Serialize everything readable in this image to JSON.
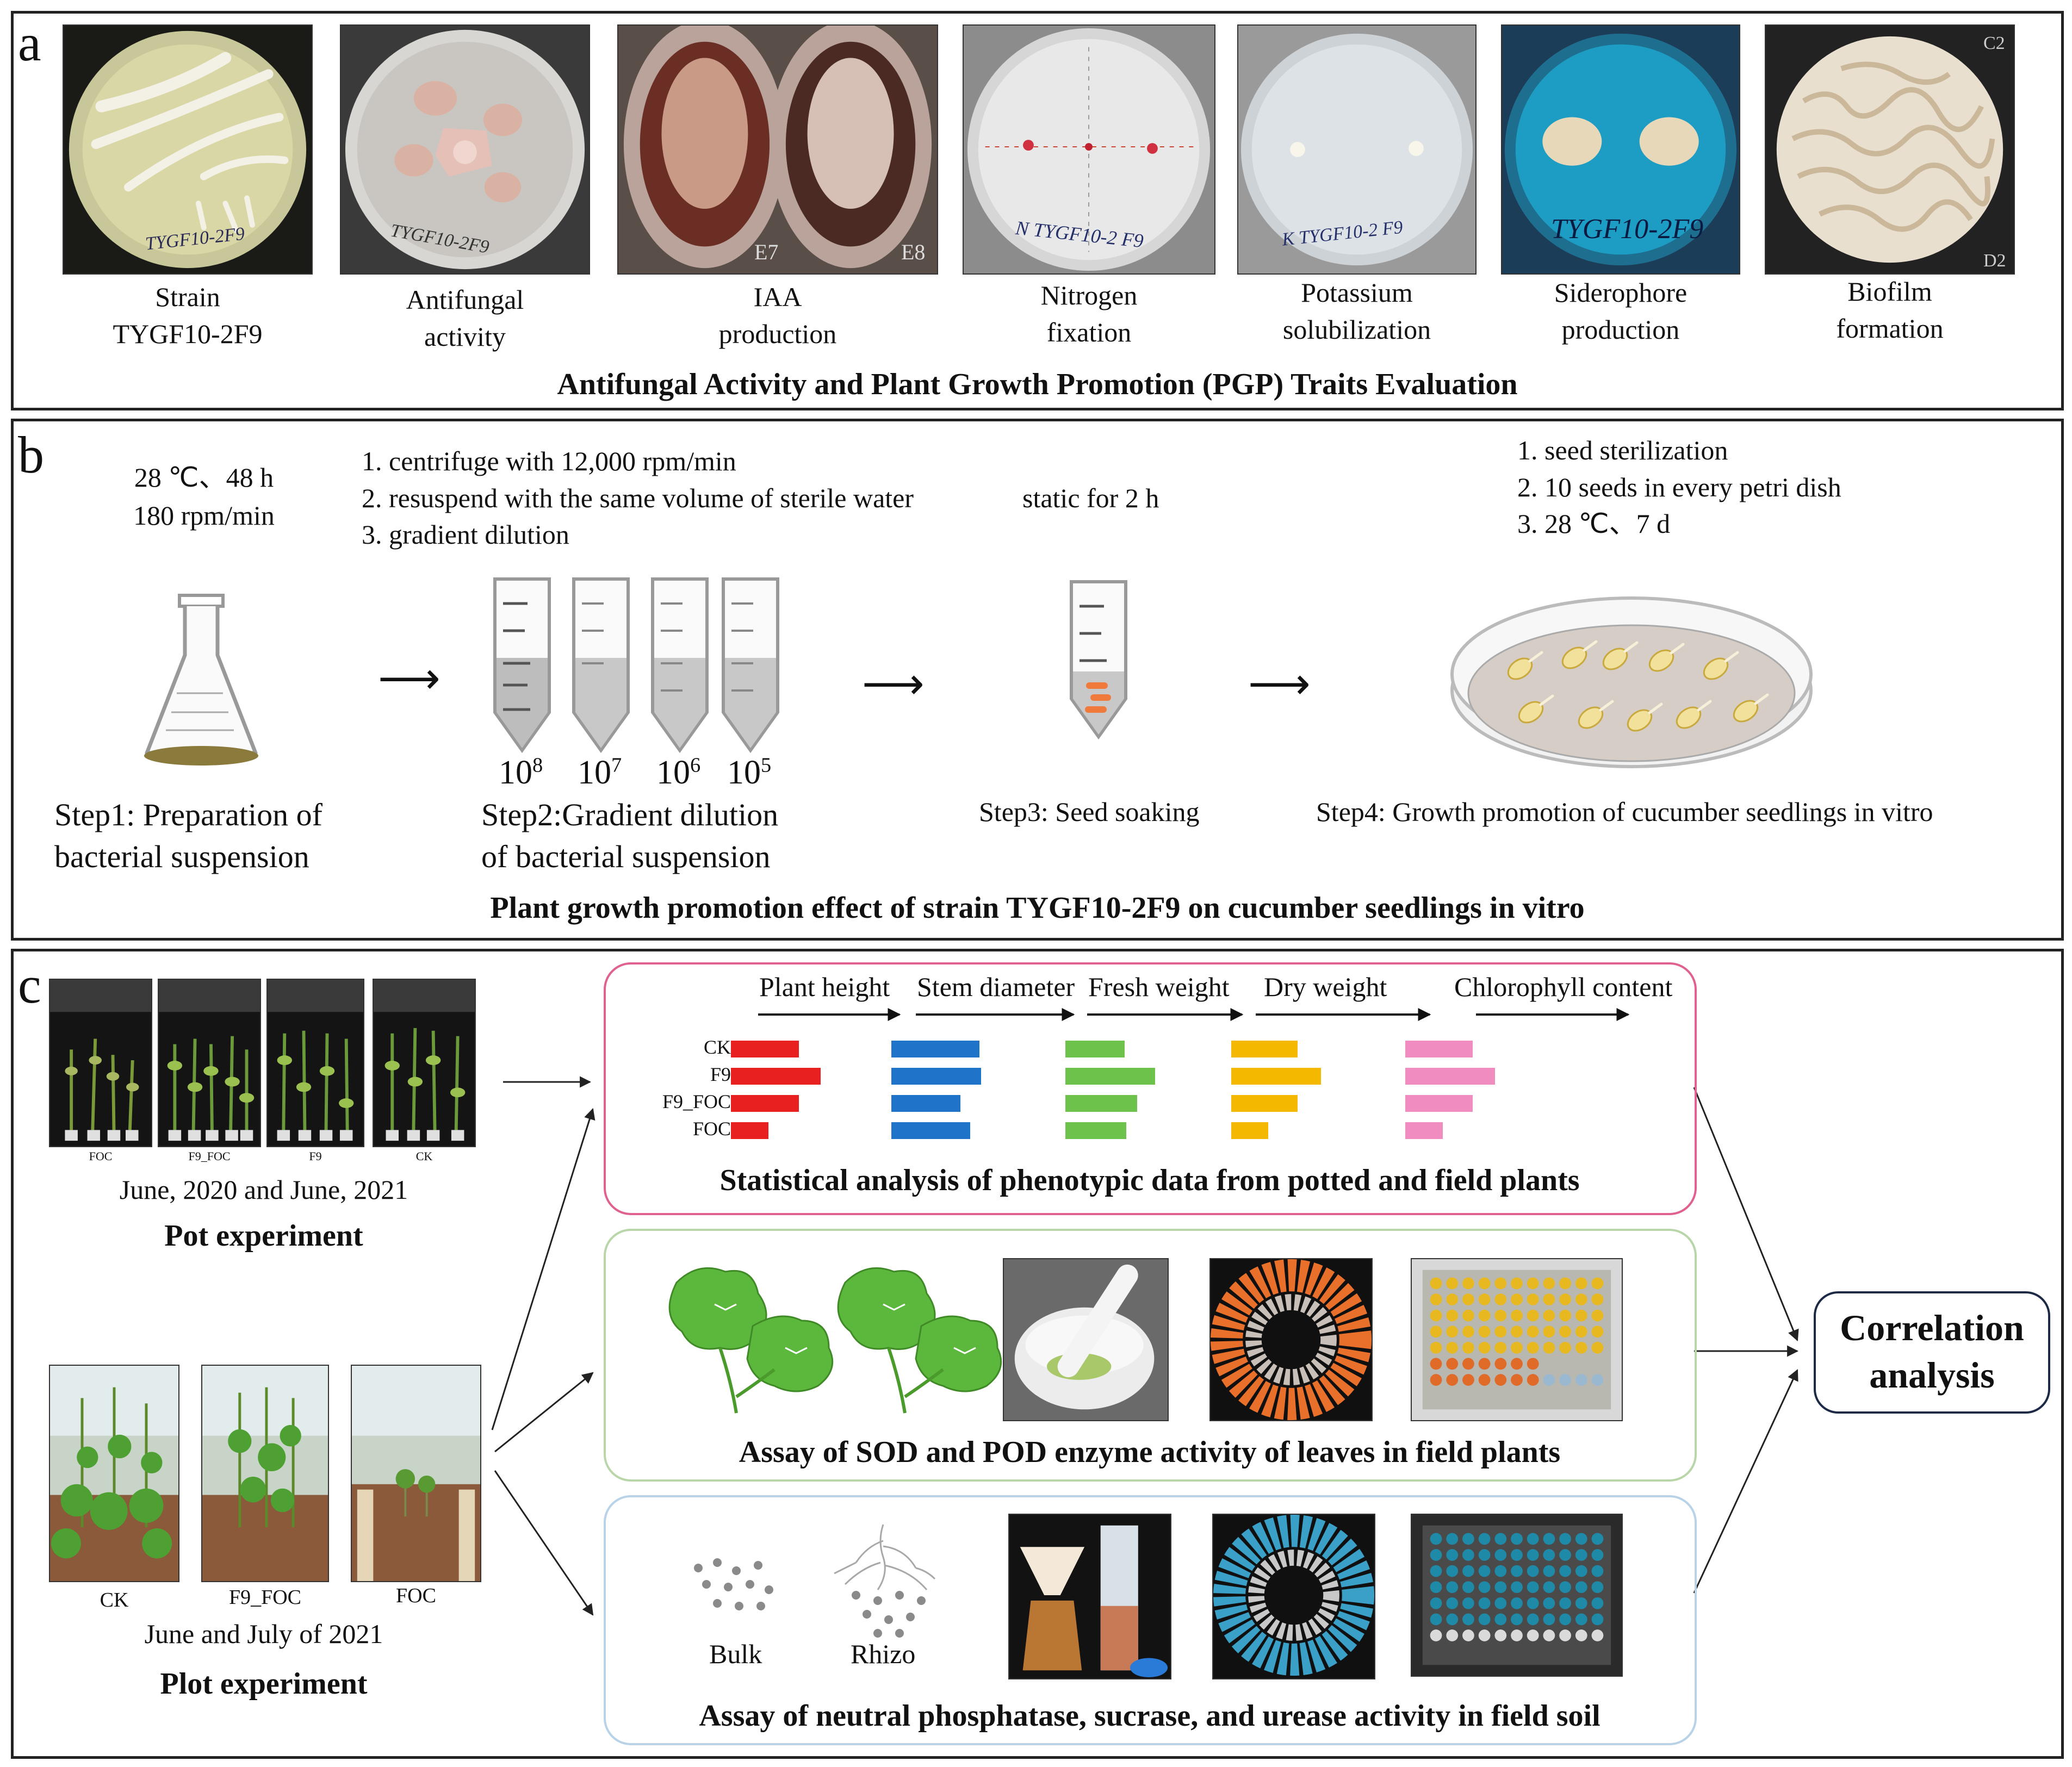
{
  "panel_a": {
    "label": "a",
    "items": [
      {
        "line1": "Strain",
        "line2": "TYGF10-2F9",
        "plate_text": "TYGF10-2F9"
      },
      {
        "line1": "Antifungal",
        "line2": "activity",
        "plate_text": "TYGF10-2F9"
      },
      {
        "line1": "IAA",
        "line2": "production",
        "plate_text_left": "E7",
        "plate_text_right": "E8"
      },
      {
        "line1": "Nitrogen",
        "line2": "fixation",
        "plate_text": "N TYGF10-2 F9"
      },
      {
        "line1": "Potassium",
        "line2": "solubilization",
        "plate_text": "K TYGF10-2 F9"
      },
      {
        "line1": "Siderophore",
        "line2": "production",
        "plate_text": "TYGF10-2F9"
      },
      {
        "line1": "Biofilm",
        "line2": "formation",
        "plate_text_top": "C2",
        "plate_text_bottom": "D2"
      }
    ],
    "caption": "Antifungal Activity and Plant Growth Promotion (PGP) Traits Evaluation"
  },
  "panel_b": {
    "label": "b",
    "step1": {
      "cond1": "28 ℃、48 h",
      "cond2": "180 rpm/min",
      "title1": "Step1: Preparation of",
      "title2": "bacterial suspension"
    },
    "step2": {
      "ins1": "1. centrifuge  with 12,000 rpm/min",
      "ins2": "2. resuspend  with the same volume of sterile water",
      "ins3": "3. gradient  dilution",
      "title1": "Step2:Gradient  dilution",
      "title2": "of bacterial suspension",
      "tubes": [
        {
          "base": "10",
          "exp": "8"
        },
        {
          "base": "10",
          "exp": "7"
        },
        {
          "base": "10",
          "exp": "6"
        },
        {
          "base": "10",
          "exp": "5"
        }
      ]
    },
    "step3": {
      "cond": "static for 2 h",
      "title": "Step3:  Seed soaking"
    },
    "step4": {
      "ins1": "1. seed sterilization",
      "ins2": "2. 10 seeds in every  petri dish",
      "ins3": "3. 28 ℃、7 d",
      "title": "Step4:  Growth  promotion   of cucumber  seedlings  in vitro"
    },
    "arrow": "⟶",
    "caption": "Plant growth promotion effect of strain TYGF10-2F9 on cucumber seedlings in vitro"
  },
  "panel_c": {
    "label": "c",
    "pot": {
      "photo_labels": [
        "FOC",
        "F9_FOC",
        "F9",
        "CK"
      ],
      "date": "June, 2020 and June, 2021",
      "title": "Pot experiment"
    },
    "plot": {
      "photo_labels": [
        "CK",
        "F9_FOC",
        "FOC"
      ],
      "date": "June and July of 2021",
      "title": "Plot experiment"
    },
    "stats": {
      "headers": [
        "Plant height",
        "Stem diameter",
        "Fresh weight",
        "Dry  weight",
        "Chlorophyll  content"
      ],
      "groups": [
        "CK",
        "F9",
        "F9_FOC",
        "FOC"
      ],
      "caption": "Statistical analysis of phenotypic data from potted and field plants",
      "colors": [
        "#e8201f",
        "#1f73c8",
        "#6cc24a",
        "#f5b800",
        "#f08cc0"
      ]
    },
    "enzyme": {
      "caption": "Assay of SOD and POD enzyme activity of leaves in field plants"
    },
    "soil": {
      "bulk": "Bulk",
      "rhizo": "Rhizo",
      "caption": "Assay of neutral phosphatase, sucrase, and urease activity in field soil"
    },
    "correlation": {
      "line1": "Correlation",
      "line2": "analysis"
    }
  },
  "chart_data": {
    "type": "bar",
    "categories": [
      "CK",
      "F9",
      "F9_FOC",
      "FOC"
    ],
    "series": [
      {
        "name": "Plant height",
        "values": [
          0.76,
          1.0,
          0.76,
          0.42
        ]
      },
      {
        "name": "Stem diameter",
        "values": [
          0.98,
          1.0,
          0.77,
          0.88
        ]
      },
      {
        "name": "Fresh weight",
        "values": [
          0.66,
          1.0,
          0.8,
          0.68
        ]
      },
      {
        "name": "Dry  weight",
        "values": [
          0.74,
          1.0,
          0.74,
          0.41
        ]
      },
      {
        "name": "Chlorophyll  content",
        "values": [
          0.75,
          1.0,
          0.75,
          0.42
        ]
      }
    ]
  }
}
